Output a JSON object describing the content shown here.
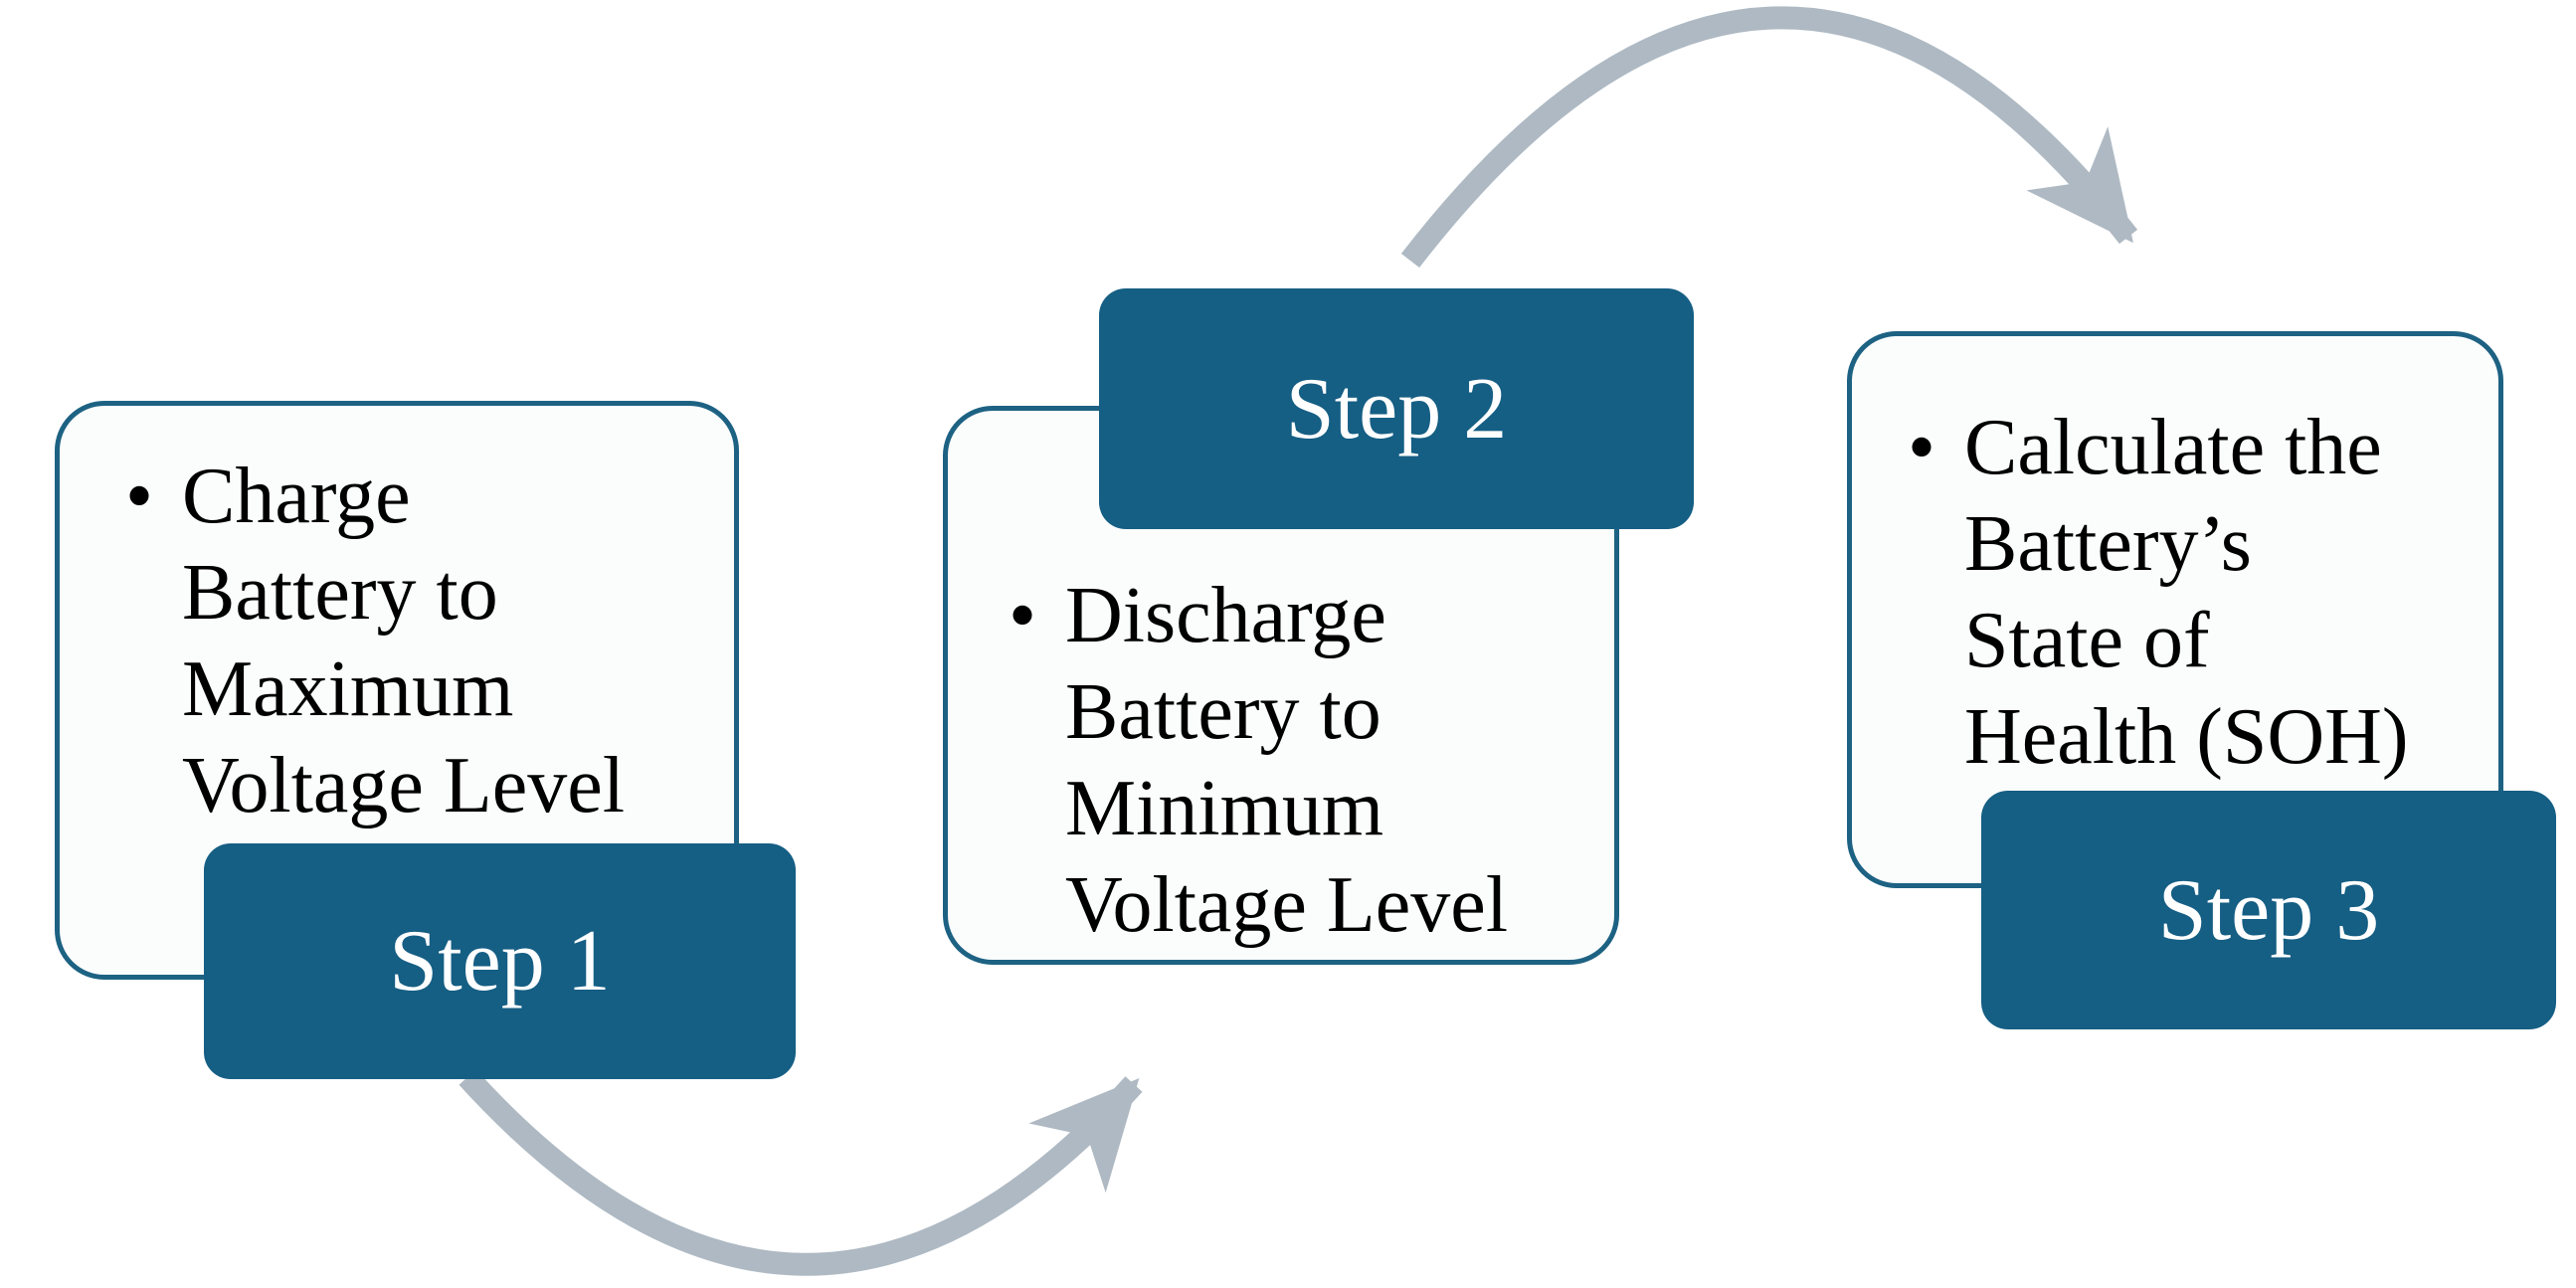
{
  "diagram": {
    "type": "process-flow",
    "steps": [
      {
        "label": "Step 1",
        "bullet": "•",
        "description": "Charge\nBattery to\nMaximum\nVoltage Level"
      },
      {
        "label": "Step 2",
        "bullet": "•",
        "description": "Discharge\nBattery to\nMinimum\nVoltage Level"
      },
      {
        "label": "Step 3",
        "bullet": "•",
        "description": "Calculate the\nBattery’s\nState of\nHealth (SOH)"
      }
    ],
    "connectors": [
      {
        "from": "Step 1",
        "to": "Step 2",
        "style": "curved-arrow"
      },
      {
        "from": "Step 2",
        "to": "Step 3",
        "style": "curved-arrow"
      }
    ],
    "colors": {
      "step_fill": "#155e84",
      "card_border": "#1d6283",
      "card_background": "#fbfcfc",
      "arrow": "#aeb9c3",
      "text": "#000000",
      "label_text": "#ffffff",
      "page_background": "#ffffff"
    }
  }
}
